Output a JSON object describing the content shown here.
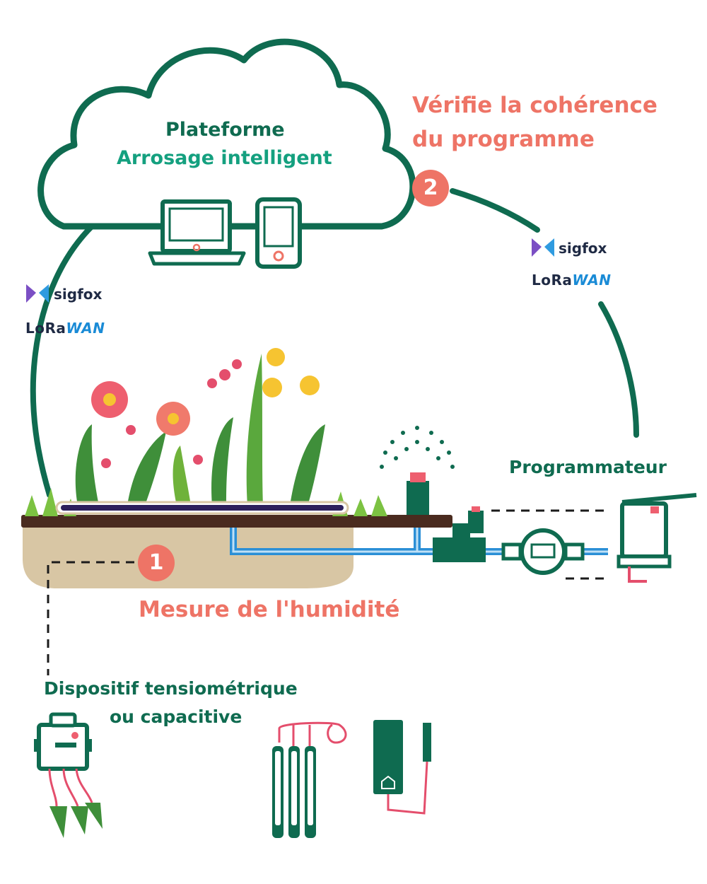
{
  "platform": {
    "title_line1": "Plateforme",
    "title_line2": "Arrosage intelligent"
  },
  "steps": [
    {
      "number": "1",
      "label": "Mesure de l'humidité"
    },
    {
      "number": "2",
      "label_line1": "Vérifie la cohérence",
      "label_line2": "du programme"
    }
  ],
  "labels": {
    "programmer": "Programmateur",
    "device_line1": "Dispositif tensiométrique",
    "device_line2": "ou capacitive"
  },
  "networks": {
    "sigfox": "sigfox",
    "lorawan_prefix": "LoRa",
    "lorawan_suffix": "WAN"
  },
  "colors": {
    "dark_green": "#0f6b50",
    "teal": "#14a07f",
    "salmon": "#ee7466",
    "soil": "#d8c6a4",
    "pipe_blue": "#2b8fd6"
  }
}
